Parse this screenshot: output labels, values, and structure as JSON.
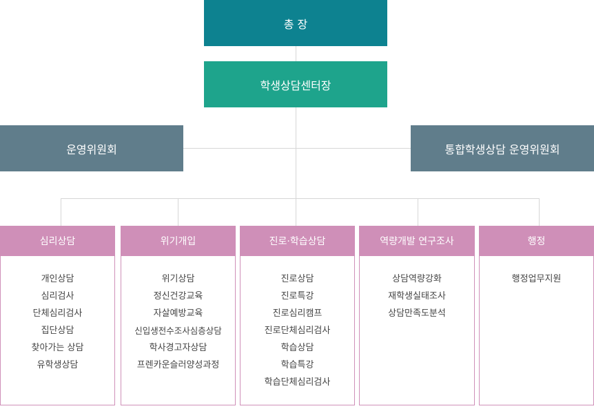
{
  "colors": {
    "president": "#0d8290",
    "director": "#1ea48c",
    "committee": "#607d8b",
    "division_header": "#cf8fb8",
    "division_border": "#cf8fb8",
    "connector": "#d6d6d6"
  },
  "president": {
    "label": "총 장"
  },
  "director": {
    "label": "학생상담센터장"
  },
  "committees": {
    "left": "운영위원회",
    "right": "통합학생상담 운영위원회"
  },
  "divisions": [
    {
      "title": "심리상담",
      "items": [
        "개인상담",
        "심리검사",
        "단체심리검사",
        "집단상담",
        "찾아가는 상담",
        "유학생상담"
      ]
    },
    {
      "title": "위기개입",
      "items": [
        "위기상담",
        "정신건강교육",
        "자살예방교육",
        "신입생전수조사심층상담",
        "학사경고자상담",
        "프렌카운슬러양성과정"
      ]
    },
    {
      "title": "진로·학습상담",
      "items": [
        "진로상담",
        "진로특강",
        "진로심리캠프",
        "진로단체심리검사",
        "학습상담",
        "학습특강",
        "학습단체심리검사"
      ]
    },
    {
      "title": "역량개발 연구조사",
      "items": [
        "상담역량강화",
        "재학생실태조사",
        "상담만족도분석"
      ]
    },
    {
      "title": "행정",
      "items": [
        "행정업무지원"
      ]
    }
  ]
}
